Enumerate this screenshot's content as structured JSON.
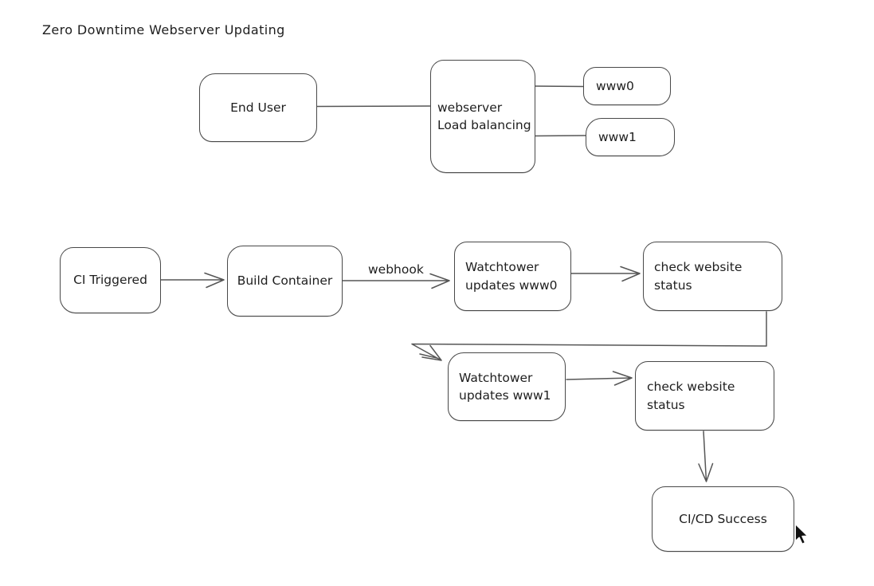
{
  "title": "Zero Downtime Webserver Updating",
  "colors": {
    "background": "#ffffff",
    "stroke": "#565656",
    "text": "#1e1e1e"
  },
  "diagram": {
    "nodes": {
      "end_user": {
        "label": "End User"
      },
      "load_balancer": {
        "label": "webserver\nLoad balancing"
      },
      "www0": {
        "label": "www0"
      },
      "www1": {
        "label": "www1"
      },
      "ci_triggered": {
        "label": "CI Triggered"
      },
      "build_container": {
        "label": "Build Container"
      },
      "watchtower_www0": {
        "label": "Watchtower\nupdates www0"
      },
      "check_status_1": {
        "label": "check website\nstatus"
      },
      "watchtower_www1": {
        "label": "Watchtower\nupdates www1"
      },
      "check_status_2": {
        "label": "check website\nstatus"
      },
      "cicd_success": {
        "label": "CI/CD Success"
      }
    },
    "edges": {
      "webhook_label": "webhook"
    }
  }
}
